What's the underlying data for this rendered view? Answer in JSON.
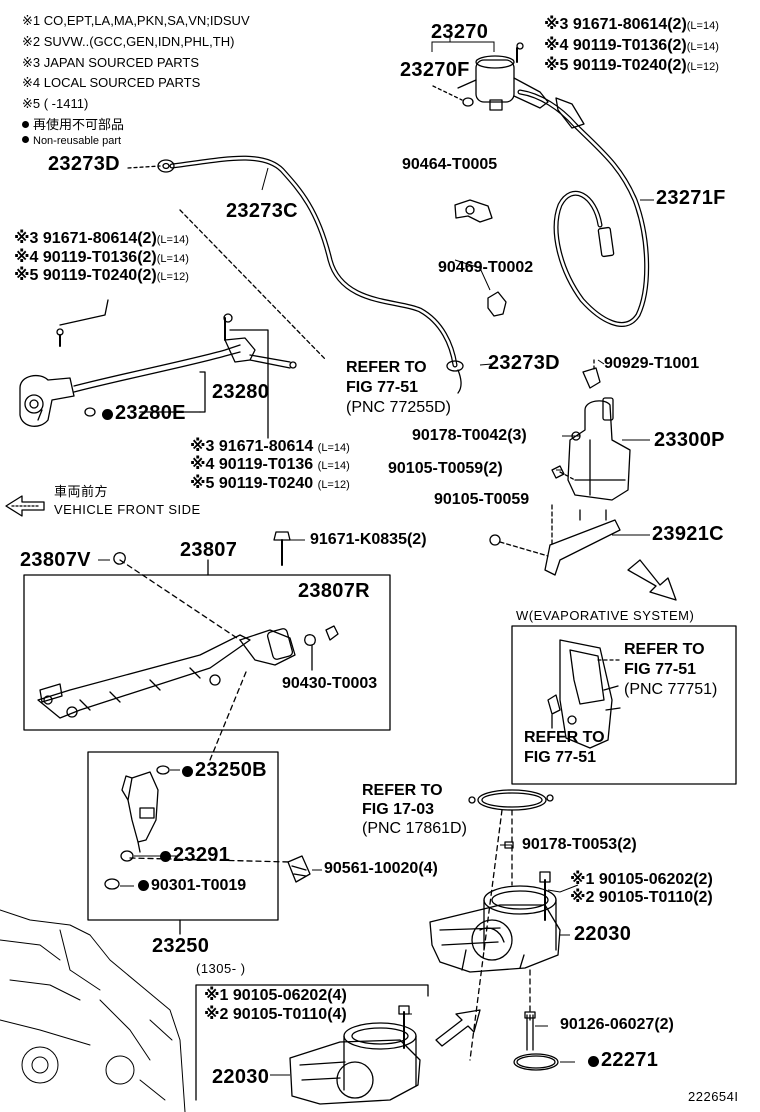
{
  "notes": {
    "n1": "※1 CO,EPT,LA,MA,PKN,SA,VN;IDSUV",
    "n2": "※2 SUVW..(GCC,GEN,IDN,PHL,TH)",
    "n3": "※3 JAPAN SOURCED PARTS",
    "n4": "※4 LOCAL SOURCED PARTS",
    "n5": "※5 (      -1411)",
    "n6": "再使用不可部品",
    "n7": "Non-reusable part"
  },
  "labels": {
    "p23270": "23270",
    "p23270F": "23270F",
    "tr1": "※3 91671-80614(2)",
    "tr1s": "(L=14)",
    "tr2": "※4 90119-T0136(2)",
    "tr2s": "(L=14)",
    "tr3": "※5 90119-T0240(2)",
    "tr3s": "(L=12)",
    "p23273D_a": "23273D",
    "p23273C": "23273C",
    "p90464": "90464-T0005",
    "p23271F": "23271F",
    "ml1": "※3 91671-80614(2)",
    "ml1s": "(L=14)",
    "ml2": "※4 90119-T0136(2)",
    "ml2s": "(L=14)",
    "ml3": "※5 90119-T0240(2)",
    "ml3s": "(L=12)",
    "p90469": "90469-T0002",
    "refer1a": "REFER TO",
    "refer1b": "FIG 77-51",
    "refer1c": "(PNC 77255D)",
    "p23273D_b": "23273D",
    "p90929": "90929-T1001",
    "p23280": "23280",
    "p23280E": "23280E",
    "p90178a": "90178-T0042(3)",
    "p23300P": "23300P",
    "p90105a": "90105-T0059(2)",
    "bl1": "※3 91671-80614",
    "bl1s": "(L=14)",
    "bl2": "※4 90119-T0136",
    "bl2s": "(L=14)",
    "bl3": "※5 90119-T0240",
    "bl3s": "(L=12)",
    "front_jp": "車両前方",
    "front_en": "VEHICLE FRONT SIDE",
    "p90105b": "90105-T0059",
    "p23807V": "23807V",
    "p23807": "23807",
    "p91671": "91671-K0835(2)",
    "p23921C": "23921C",
    "p23807R": "23807R",
    "evap_title": "W(EVAPORATIVE SYSTEM)",
    "refer2a": "REFER TO",
    "refer2b": "FIG 77-51",
    "refer2c": "(PNC 77751)",
    "p90430": "90430-T0003",
    "refer3a": "REFER TO",
    "refer3b": "FIG 77-51",
    "p23250B": "23250B",
    "refer4a": "REFER TO",
    "refer4b": "FIG 17-03",
    "refer4c": "(PNC 17861D)",
    "p90178b": "90178-T0053(2)",
    "p23291": "23291",
    "p90561": "90561-10020(4)",
    "p90301": "90301-T0019",
    "r1": "※1  90105-06202(2)",
    "r2": "※2  90105-T0110(2)",
    "p23250": "23250",
    "p22030a": "22030",
    "date": "(1305-      )",
    "b1": "※1  90105-06202(4)",
    "b2": "※2  90105-T0110(4)",
    "p90126": "90126-06027(2)",
    "p22030b": "22030",
    "p22271": "22271",
    "fig_id": "222654I"
  }
}
